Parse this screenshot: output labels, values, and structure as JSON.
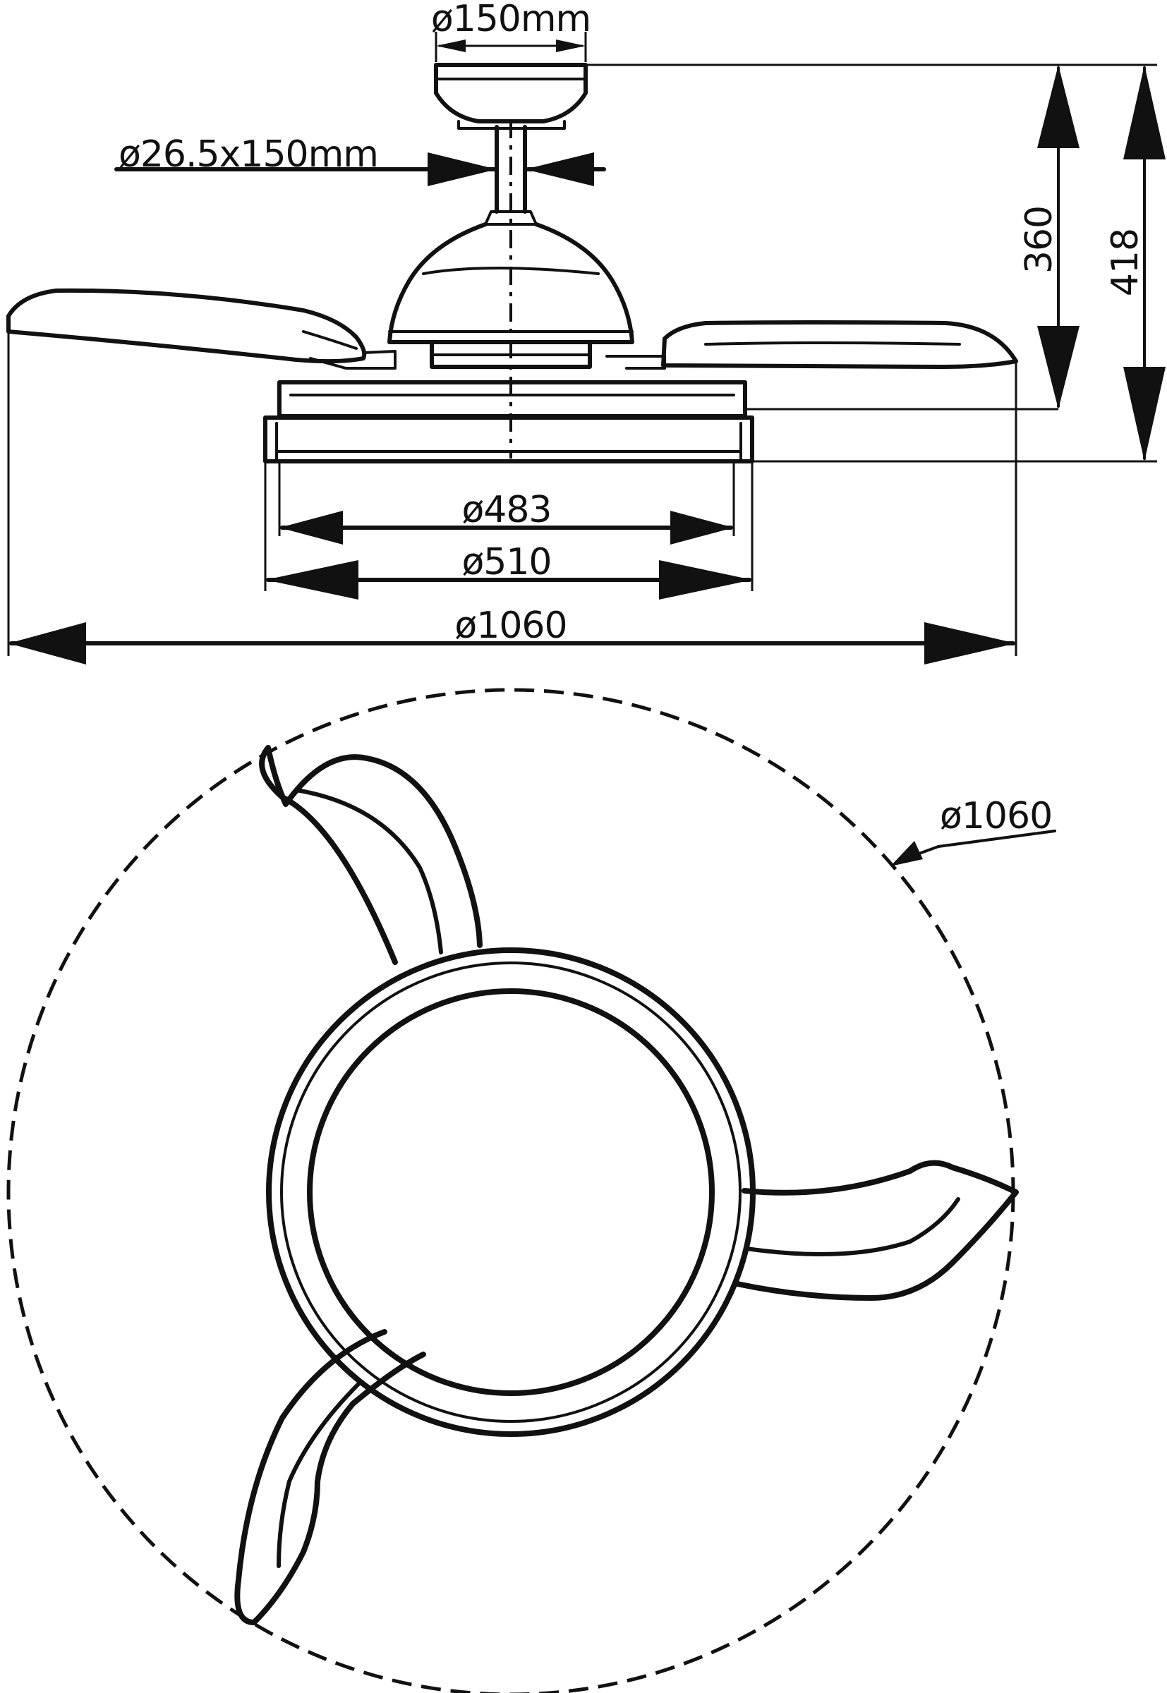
{
  "dimensions": {
    "canopy_diameter": "ø150mm",
    "downrod": "ø26.5x150mm",
    "height_short": "360",
    "height_total": "418",
    "light_diameter": "ø483",
    "body_diameter": "ø510",
    "span_side": "ø1060",
    "span_top": "ø1060"
  }
}
